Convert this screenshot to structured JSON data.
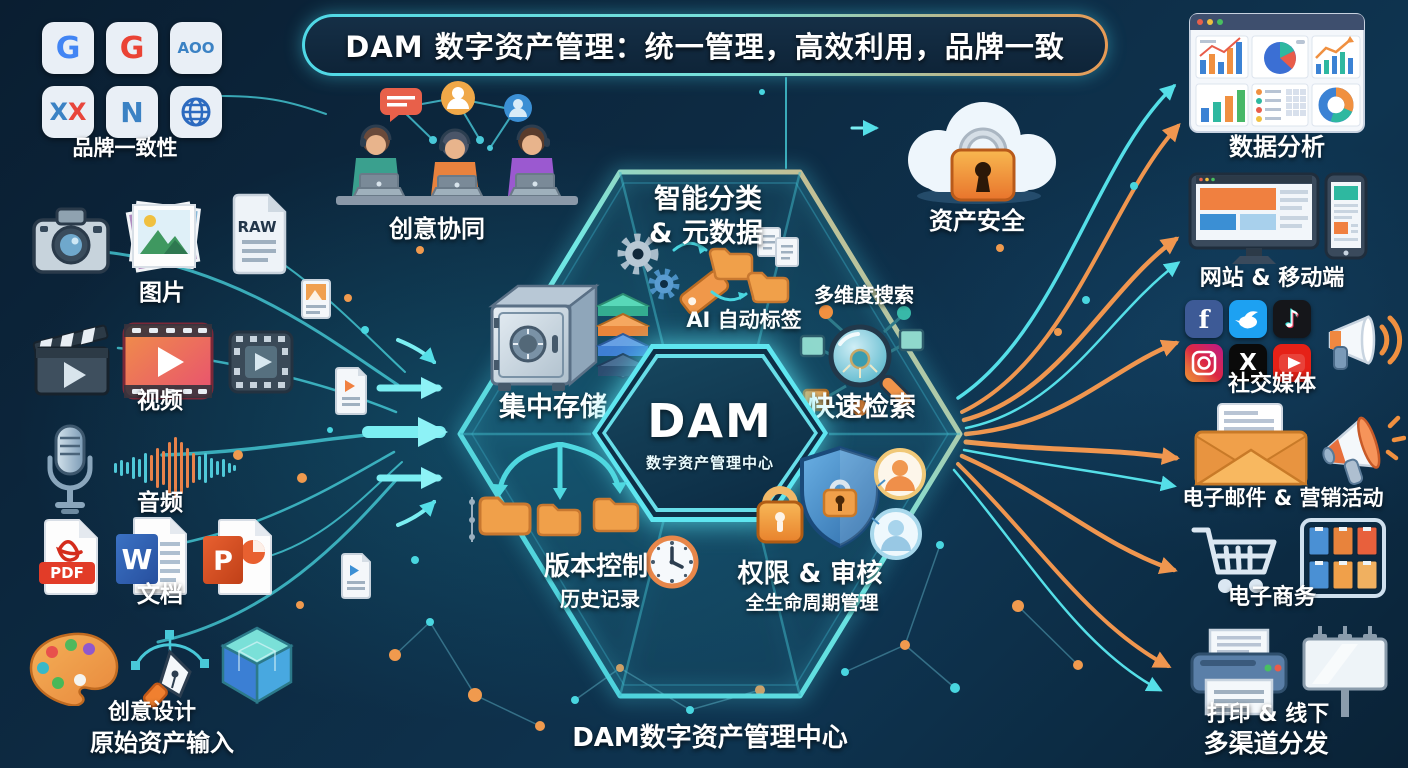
{
  "banner": {
    "title": "DAM 数字资产管理：统一管理，高效利用，品牌一致"
  },
  "brand": {
    "label": "品牌一致性",
    "g1": "G",
    "g2": "G",
    "aoo": "AOO",
    "x1": "X",
    "x2": "X",
    "n": "N"
  },
  "inputs": {
    "section_label": "原始资产输入",
    "images_label": "图片",
    "raw_badge": "RAW",
    "video_label": "视频",
    "audio_label": "音频",
    "docs_label": "文档",
    "pdf_badge": "PDF",
    "word_badge": "W",
    "ppt_badge": "P",
    "design_label": "创意设计"
  },
  "collaboration": {
    "label": "创意协同"
  },
  "security": {
    "label": "资产安全"
  },
  "hub": {
    "name": "DAM",
    "subtitle": "数字资产管理中心",
    "classification_line1": "智能分类",
    "classification_line2": "& 元数据",
    "ai_tag": "AI 自动标签",
    "storage": "集中存储",
    "multi_search": "多维度搜索",
    "quick_search": "快速检索",
    "version": "版本控制",
    "history": "历史记录",
    "permission": "权限 & 审核",
    "lifecycle": "全生命周期管理"
  },
  "outputs": {
    "analytics_label": "数据分析",
    "web_label": "网站 & 移动端",
    "social_label": "社交媒体",
    "facebook_glyph": "f",
    "x_glyph": "X",
    "tiktok_glyph": "♪",
    "email_label": "电子邮件 & 营销活动",
    "ecommerce_label": "电子商务",
    "print_label": "打印 & 线下",
    "distribution_label": "多渠道分发"
  },
  "footer": {
    "title": "DAM数字资产管理中心"
  },
  "colors": {
    "background": "#0c2438",
    "accent_cyan": "#55dfe8",
    "accent_orange": "#f0964f",
    "text": "#ffffff"
  }
}
